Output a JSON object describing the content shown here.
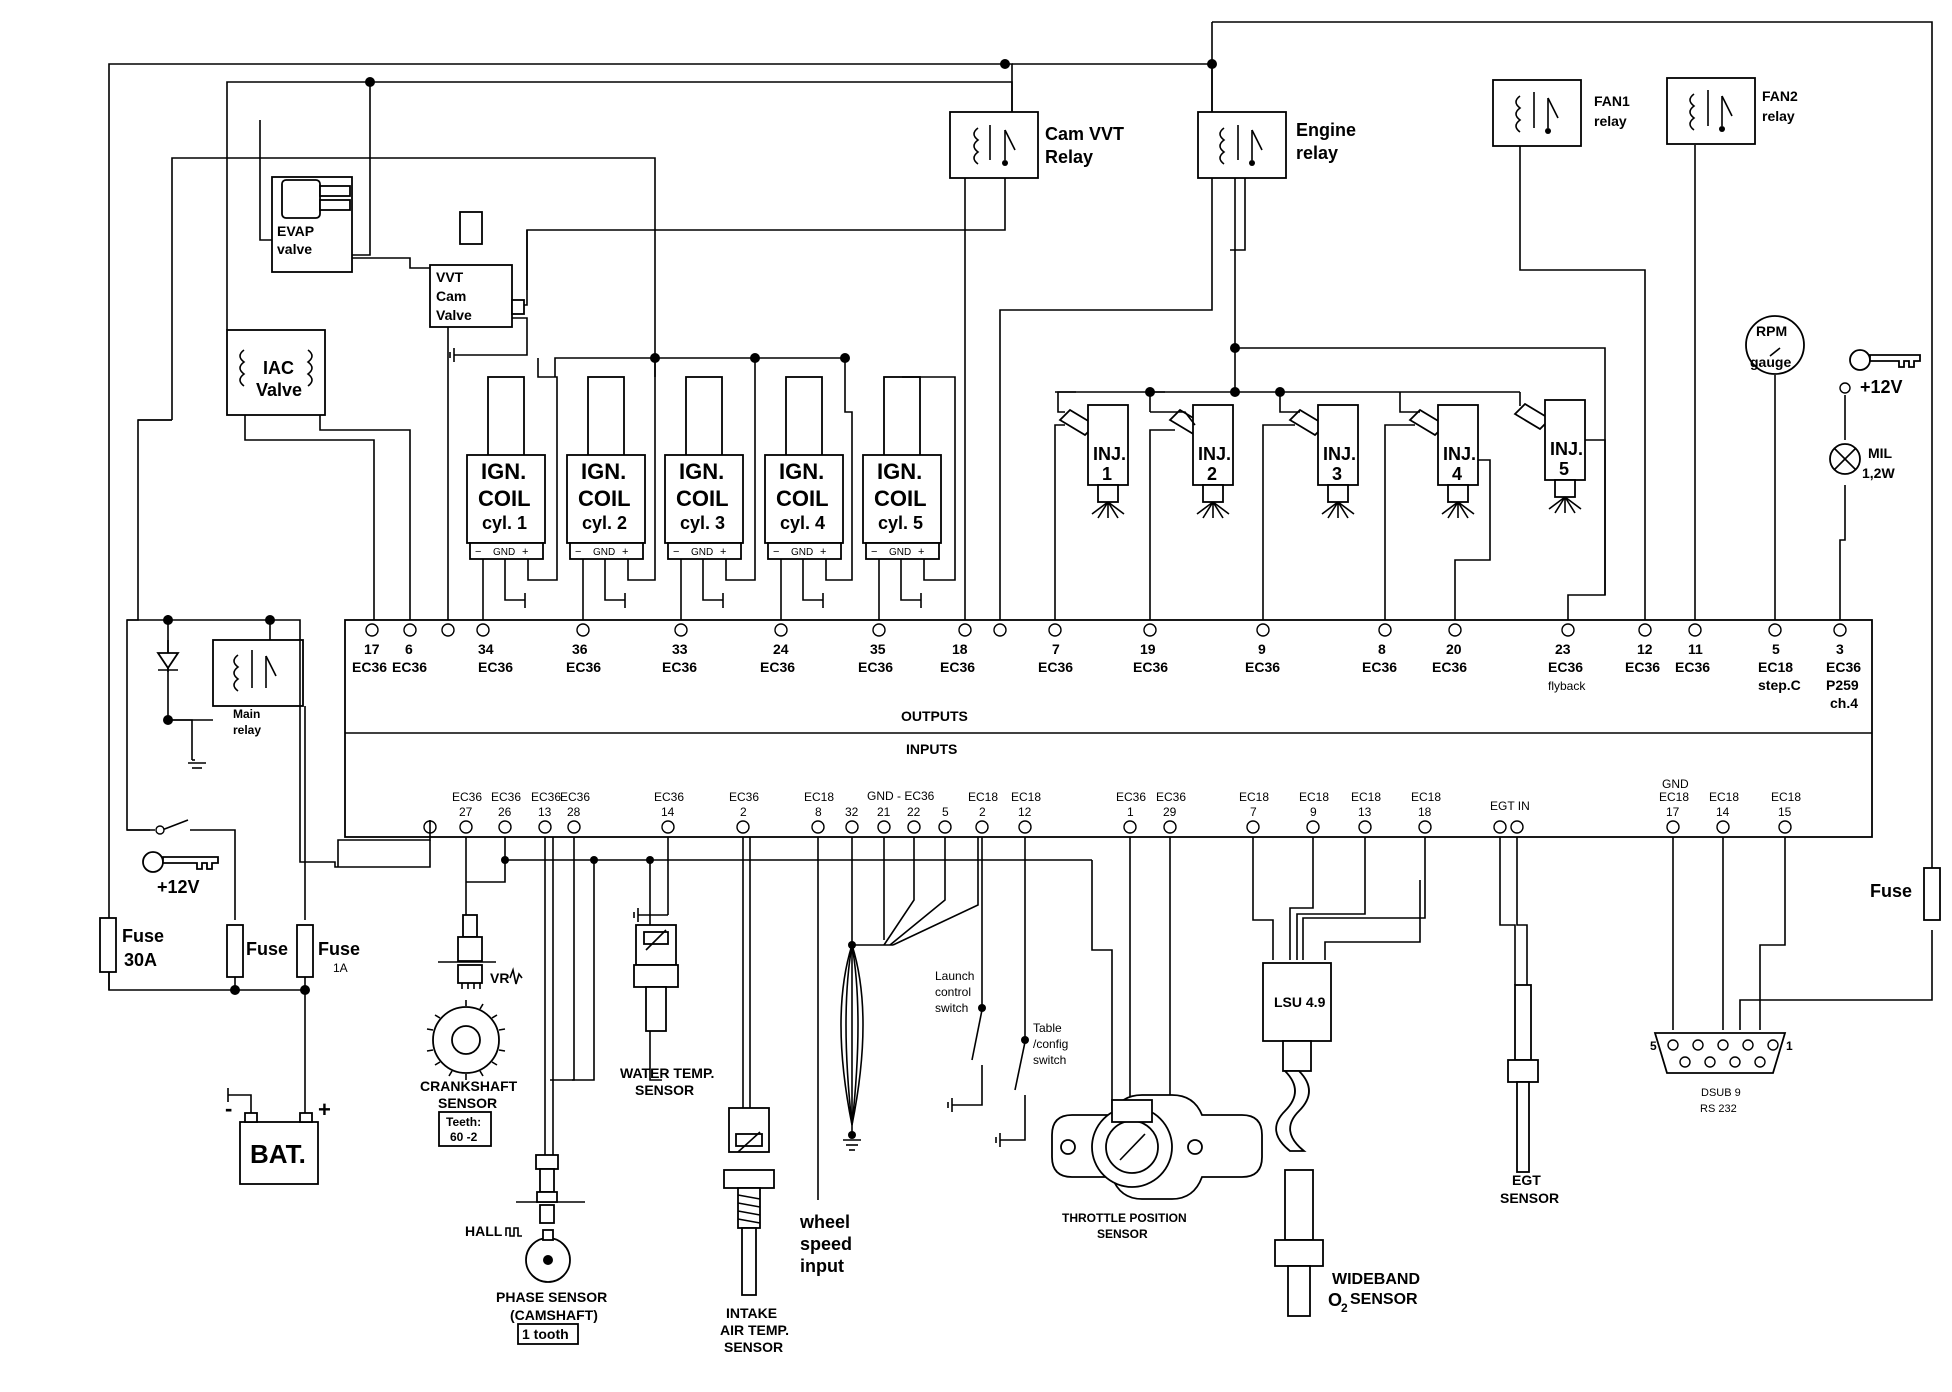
{
  "ecu": {
    "outputs_label": "OUTPUTS",
    "inputs_label": "INPUTS",
    "output_pins": [
      {
        "num": "17",
        "conn": "EC36"
      },
      {
        "num": "6",
        "conn": "EC36"
      },
      {
        "num": "34",
        "conn": "EC36"
      },
      {
        "num": "36",
        "conn": "EC36"
      },
      {
        "num": "33",
        "conn": "EC36"
      },
      {
        "num": "24",
        "conn": "EC36"
      },
      {
        "num": "35",
        "conn": "EC36"
      },
      {
        "num": "18",
        "conn": "EC36"
      },
      {
        "num": "7",
        "conn": "EC36"
      },
      {
        "num": "19",
        "conn": "EC36"
      },
      {
        "num": "9",
        "conn": "EC36"
      },
      {
        "num": "8",
        "conn": "EC36"
      },
      {
        "num": "20",
        "conn": "EC36"
      },
      {
        "num": "23",
        "conn": "EC36",
        "note": "flyback"
      },
      {
        "num": "12",
        "conn": "EC36"
      },
      {
        "num": "11",
        "conn": "EC36"
      },
      {
        "num": "5",
        "conn": "EC18",
        "note": "step.C"
      },
      {
        "num": "3",
        "conn": "EC36",
        "note": "P259",
        "note2": "ch.4"
      }
    ],
    "input_pins": [
      {
        "conn": "EC36",
        "num": "27"
      },
      {
        "conn": "EC36",
        "num": "26"
      },
      {
        "conn": "EC36",
        "num": "13"
      },
      {
        "conn": "EC36",
        "num": "28"
      },
      {
        "conn": "EC36",
        "num": "14"
      },
      {
        "conn": "EC36",
        "num": "2"
      },
      {
        "conn": "EC18",
        "num": "8"
      },
      {
        "conn": "",
        "num": "32"
      },
      {
        "conn": "",
        "num": "21"
      },
      {
        "conn": "",
        "num": "22"
      },
      {
        "conn": "",
        "num": "5"
      },
      {
        "conn": "EC18",
        "num": "2"
      },
      {
        "conn": "EC18",
        "num": "12"
      },
      {
        "conn": "EC36",
        "num": "1"
      },
      {
        "conn": "EC36",
        "num": "29"
      },
      {
        "conn": "EC18",
        "num": "7"
      },
      {
        "conn": "EC18",
        "num": "9"
      },
      {
        "conn": "EC18",
        "num": "13"
      },
      {
        "conn": "EC18",
        "num": "18"
      },
      {
        "conn": "GND",
        "num": ""
      },
      {
        "conn": "EC18",
        "num": "17"
      },
      {
        "conn": "EC18",
        "num": "14"
      },
      {
        "conn": "EC18",
        "num": "15"
      }
    ],
    "gnd_ec36_label": "GND - EC36",
    "egt_in_label": "EGT IN"
  },
  "coils": [
    {
      "l1": "IGN.",
      "l2": "COIL",
      "l3": "cyl. 1"
    },
    {
      "l1": "IGN.",
      "l2": "COIL",
      "l3": "cyl. 2"
    },
    {
      "l1": "IGN.",
      "l2": "COIL",
      "l3": "cyl. 3"
    },
    {
      "l1": "IGN.",
      "l2": "COIL",
      "l3": "cyl. 4"
    },
    {
      "l1": "IGN.",
      "l2": "COIL",
      "l3": "cyl. 5"
    }
  ],
  "coil_terminals": {
    "minus": "−",
    "gnd": "GND",
    "plus": "+"
  },
  "injectors": [
    {
      "l1": "INJ.",
      "l2": "1"
    },
    {
      "l1": "INJ.",
      "l2": "2"
    },
    {
      "l1": "INJ.",
      "l2": "3"
    },
    {
      "l1": "INJ.",
      "l2": "4"
    },
    {
      "l1": "INJ.",
      "l2": "5"
    }
  ],
  "relays": {
    "cam_vvt": {
      "l1": "Cam VVT",
      "l2": "Relay"
    },
    "engine": {
      "l1": "Engine",
      "l2": "relay"
    },
    "fan1": {
      "l1": "FAN1",
      "l2": "relay"
    },
    "fan2": {
      "l1": "FAN2",
      "l2": "relay"
    },
    "main": {
      "l1": "Main",
      "l2": "relay"
    }
  },
  "components": {
    "evap": {
      "l1": "EVAP",
      "l2": "valve"
    },
    "vvt_cam": {
      "l1": "VVT",
      "l2": "Cam",
      "l3": "Valve"
    },
    "iac": {
      "l1": "IAC",
      "l2": "Valve"
    },
    "rpm_gauge": {
      "l1": "RPM",
      "l2": "gauge"
    },
    "key_12v_right": "+12V",
    "mil": {
      "l1": "MIL",
      "l2": "1,2W"
    },
    "key_12v_left": "+12V",
    "fuse_30a": {
      "l1": "Fuse",
      "l2": "30A"
    },
    "fuse_mid": "Fuse",
    "fuse_1a": {
      "l1": "Fuse",
      "l2": "1A"
    },
    "fuse_right": "Fuse",
    "battery": "BAT.",
    "bat_minus": "-",
    "bat_plus": "+",
    "vr_label": "VR",
    "crank": {
      "l1": "CRANKSHAFT",
      "l2": "SENSOR",
      "t1": "Teeth:",
      "t2": "60 -2"
    },
    "hall_label": "HALL",
    "phase": {
      "l1": "PHASE SENSOR",
      "l2": "(CAMSHAFT)",
      "t1": "1 tooth"
    },
    "water_temp": {
      "l1": "WATER TEMP.",
      "l2": "SENSOR"
    },
    "intake_air": {
      "l1": "INTAKE",
      "l2": "AIR TEMP.",
      "l3": "SENSOR"
    },
    "wheel_speed": {
      "l1": "wheel",
      "l2": "speed",
      "l3": "input"
    },
    "launch": {
      "l1": "Launch",
      "l2": "control",
      "l3": "switch"
    },
    "table": {
      "l1": "Table",
      "l2": "/config",
      "l3": "switch"
    },
    "tps": {
      "l1": "THROTTLE POSITION",
      "l2": "SENSOR"
    },
    "lsu": "LSU 4.9",
    "wideband": {
      "l1": "WIDEBAND",
      "l2": "O",
      "sub": "2",
      "l3": "SENSOR"
    },
    "egt": {
      "l1": "EGT",
      "l2": "SENSOR"
    },
    "dsub": {
      "l1": "DSUB 9",
      "l2": "RS 232",
      "pin5": "5",
      "pin1": "1"
    }
  }
}
